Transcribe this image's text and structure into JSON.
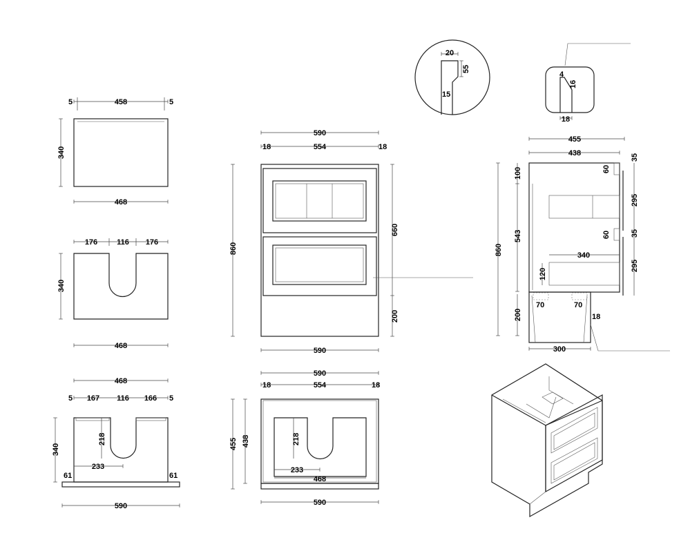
{
  "top_view": {
    "d_left": "5",
    "d_width": "458",
    "d_right": "5",
    "d_depth": "340",
    "d_bottom": "468"
  },
  "cutout_view": {
    "d_a": "176",
    "d_b": "116",
    "d_c": "176",
    "d_depth": "340",
    "d_bottom": "468"
  },
  "base_view": {
    "d_total": "468",
    "d_1": "5",
    "d_2": "167",
    "d_3": "116",
    "d_4": "166",
    "d_5": "5",
    "d_depth": "340",
    "d_slot": "218",
    "d_offset": "233",
    "d_left": "61",
    "d_right": "61",
    "d_bottom": "590"
  },
  "front_view": {
    "d_width": "590",
    "d_side_l": "18",
    "d_inner": "554",
    "d_side_r": "18",
    "d_height": "860",
    "d_drawers": "660",
    "d_plinth": "200",
    "d_bottom": "590"
  },
  "plan_view": {
    "d_width": "590",
    "d_side_l": "18",
    "d_inner": "554",
    "d_side_r": "18",
    "d_depth": "455",
    "d_inner_depth": "438",
    "d_slot": "218",
    "d_offset": "233",
    "d_cut": "468",
    "d_bottom": "590"
  },
  "detail_profile": {
    "d_top": "20",
    "d_drop": "55",
    "d_thick": "15"
  },
  "detail_edge": {
    "d_a": "4",
    "d_b": "16",
    "d_w": "18"
  },
  "side_view": {
    "d_depth": "455",
    "d_inner": "438",
    "d_height": "860",
    "d_top": "100",
    "d_mid": "543",
    "d_plinth": "200",
    "d_gap1": "35",
    "d_drawer1": "295",
    "d_gap2": "35",
    "d_drawer2": "295",
    "d_rail1": "60",
    "d_rail2": "60",
    "d_runner": "340",
    "d_box": "120",
    "d_leg1": "70",
    "d_leg2": "70",
    "d_leg_t": "18",
    "d_plinth_w": "300"
  }
}
